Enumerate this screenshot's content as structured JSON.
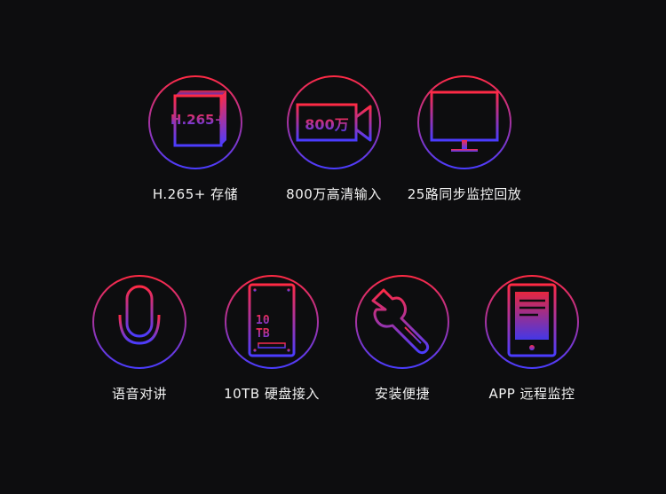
{
  "colors": {
    "gradient_top": "#ff2a44",
    "gradient_bottom": "#4a3cff",
    "background": "#0d0d0f",
    "label": "#f2f2f2"
  },
  "features": [
    {
      "label": "H.265+ 存储",
      "icon": "h265-storage-icon",
      "icon_text": "H.265+"
    },
    {
      "label": "800万高清输入",
      "icon": "camera-icon",
      "icon_text": "800万"
    },
    {
      "label": "25路同步监控回放",
      "icon": "monitor-grid-icon"
    },
    {
      "label": "语音对讲",
      "icon": "microphone-icon"
    },
    {
      "label": "10TB 硬盘接入",
      "icon": "hard-drive-icon",
      "icon_text_1": "10",
      "icon_text_2": "TB"
    },
    {
      "label": "安装便捷",
      "icon": "wrench-icon"
    },
    {
      "label": "APP 远程监控",
      "icon": "tablet-icon"
    }
  ]
}
